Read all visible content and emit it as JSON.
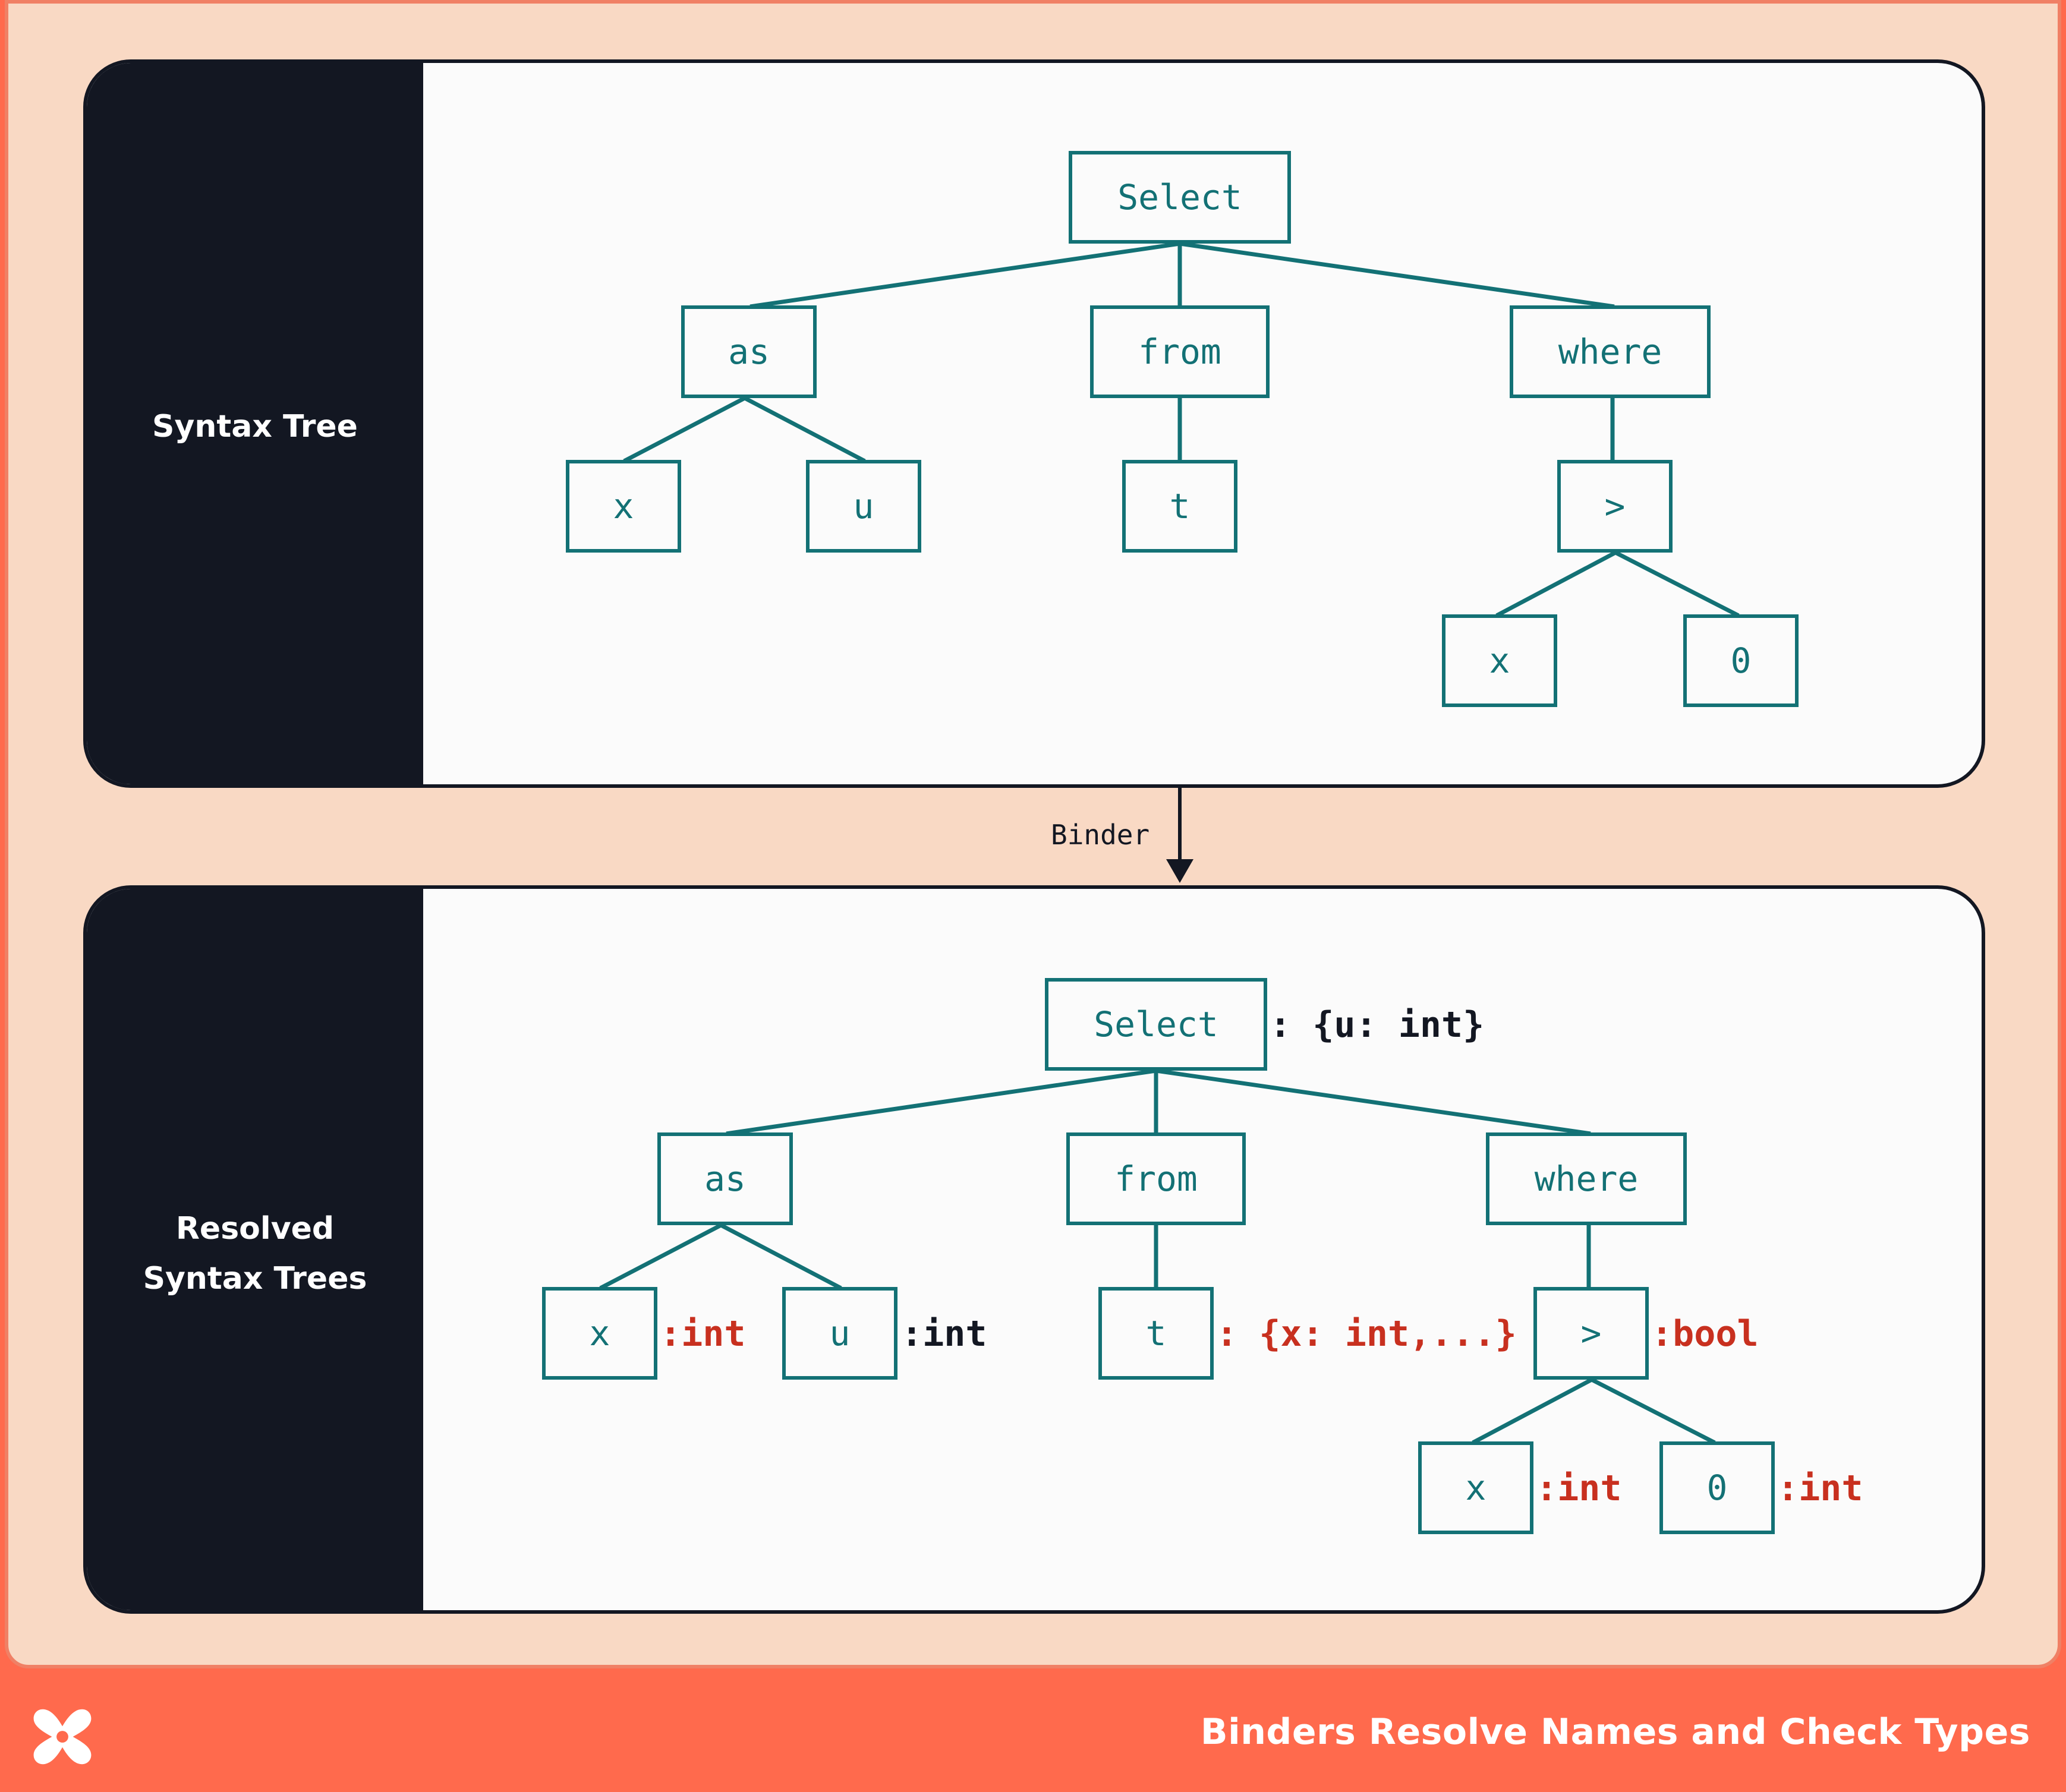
{
  "colors": {
    "accent": "#FF6A4D",
    "background": "#F9D9C4",
    "panel_dark": "#131722",
    "node_teal": "#137175",
    "type_red": "#C8301F"
  },
  "footer": {
    "title": "Binders Resolve Names and Check Types",
    "logo_icon": "x-logo-icon"
  },
  "top_panel": {
    "label": "Syntax Tree",
    "nodes": {
      "root": "Select",
      "as": "as",
      "from": "from",
      "where": "where",
      "x": "x",
      "u": "u",
      "t": "t",
      "gt": ">",
      "x2": "x",
      "zero": "0"
    }
  },
  "edge_label": "Binder",
  "bottom_panel": {
    "label_line1": "Resolved",
    "label_line2": "Syntax Trees",
    "nodes": {
      "root": "Select",
      "as": "as",
      "from": "from",
      "where": "where",
      "x": "x",
      "u": "u",
      "t": "t",
      "gt": ">",
      "x2": "x",
      "zero": "0"
    },
    "types": {
      "root": ": {u: int}",
      "x": ":int",
      "u": ":int",
      "t": ": {x: int,...}",
      "gt": ":bool",
      "x2": ":int",
      "zero": ":int"
    }
  }
}
